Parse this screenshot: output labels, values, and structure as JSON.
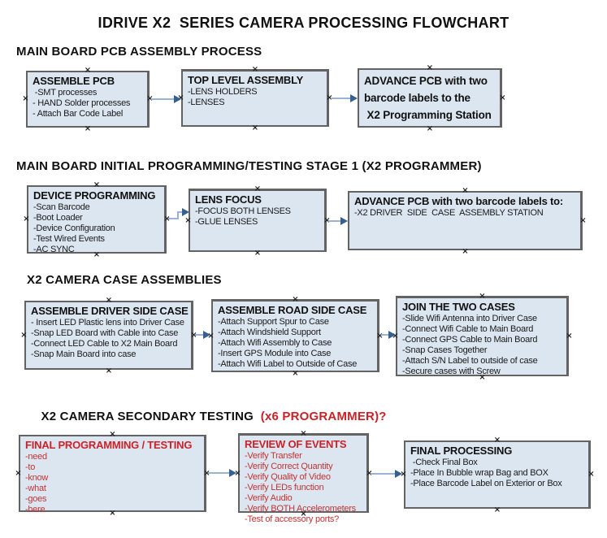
{
  "title": "IDRIVE X2  SERIES CAMERA PROCESSING FLOWCHART",
  "colors": {
    "box_fill": "#dce6f1",
    "box_border": "#636363",
    "arrow_shaft": "#9ab3d4",
    "arrow_head": "#36618f",
    "red_heading": "#CC2127",
    "red_item": "#C03434",
    "text": "#1a1a1a"
  },
  "sections": [
    {
      "heading": "MAIN BOARD PCB ASSEMBLY PROCESS",
      "boxes": [
        {
          "title": "ASSEMBLE PCB",
          "items": [
            " -SMT processes",
            "- HAND Solder processes",
            "- Attach Bar Code Label"
          ]
        },
        {
          "title": "TOP LEVEL ASSEMBLY",
          "items": [
            "-LENS HOLDERS",
            "-LENSES"
          ]
        },
        {
          "title": "",
          "lines": [
            "ADVANCE PCB with two",
            "barcode labels to the",
            " X2 Programming Station"
          ]
        }
      ]
    },
    {
      "heading": "MAIN BOARD INITIAL PROGRAMMING/TESTING STAGE 1 (X2 PROGRAMMER)",
      "boxes": [
        {
          "title": "DEVICE PROGRAMMING",
          "items": [
            "-Scan Barcode",
            "-Boot Loader",
            "-Device Configuration",
            "-Test Wired Events",
            "-AC SYNC"
          ]
        },
        {
          "title": "LENS FOCUS",
          "items": [
            "-FOCUS BOTH LENSES",
            "-GLUE LENSES"
          ]
        },
        {
          "title": "ADVANCE PCB with two barcode labels to:",
          "items": [
            "-X2 DRIVER  SIDE  CASE  ASSEMBLY STATION"
          ]
        }
      ]
    },
    {
      "heading": "X2 CAMERA CASE ASSEMBLIES",
      "boxes": [
        {
          "title": "ASSEMBLE DRIVER SIDE CASE",
          "items": [
            "- Insert LED Plastic lens into Driver Case",
            "-Snap LED Board with Cable into Case",
            "-Connect LED Cable to X2 Main Board",
            "-Snap Main Board into case"
          ]
        },
        {
          "title": "ASSEMBLE ROAD SIDE CASE",
          "items": [
            "-Attach Support Spur to Case",
            "-Attach Windshield Support",
            "-Attach Wifi Assembly to Case",
            "-Insert GPS Module into Case",
            "-Attach Wifi Label to Outside of Case"
          ]
        },
        {
          "title": "JOIN THE TWO CASES",
          "items": [
            "-Slide Wifi Antenna into Driver Case",
            "-Connect Wifi Cable to Main Board",
            "-Connect GPS Cable to Main Board",
            "-Snap Cases Together",
            "-Attach S/N Label to outside of case",
            "-Secure cases with Screw"
          ]
        }
      ]
    },
    {
      "heading": "X2 CAMERA SECONDARY TESTING",
      "heading_red": "  (x6 PROGRAMMER)?",
      "boxes": [
        {
          "title": "FINAL PROGRAMMING / TESTING",
          "items": [
            "-need",
            "-to",
            "-know",
            "-what",
            "-goes",
            "-here"
          ]
        },
        {
          "title": "REVIEW OF EVENTS",
          "items": [
            "-Verify Transfer",
            "-Verify Correct Quantity",
            "-Verify Quality of Video",
            "-Verify LEDs function",
            "-Verify Audio",
            "-Verify BOTH Accelerometers",
            "-Test of accessory ports?"
          ]
        },
        {
          "title": "FINAL PROCESSING",
          "items": [
            " -Check Final Box",
            "-Place In Bubble wrap Bag and BOX",
            "-Place Barcode Label on Exterior or Box"
          ]
        }
      ]
    }
  ]
}
